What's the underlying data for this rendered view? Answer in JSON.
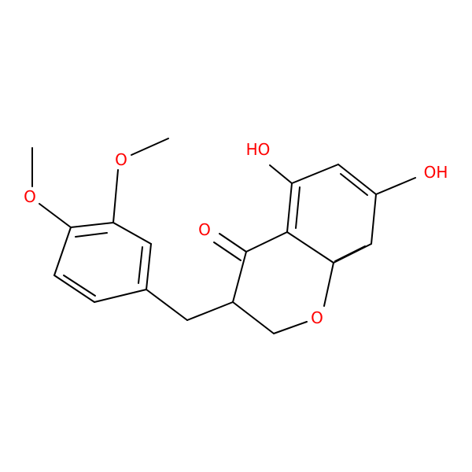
{
  "molecule": {
    "atom_labels": {
      "hydroxyl_top": "HO",
      "hydroxyl_right": "OH",
      "carbonyl_oxygen": "O",
      "ring_oxygen": "O",
      "methoxy_oxygen_upper": "O",
      "methoxy_oxygen_left": "O"
    }
  },
  "colors": {
    "bond": "#000000",
    "oxygen": "#ff0000",
    "background": "#ffffff"
  }
}
